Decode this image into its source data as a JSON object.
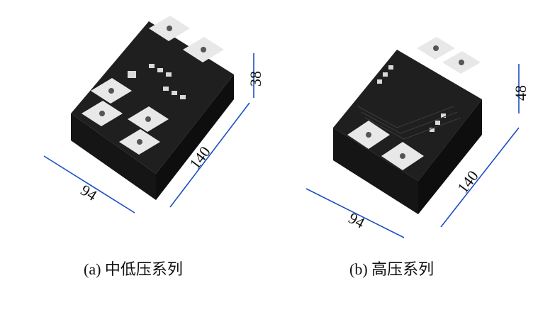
{
  "figure": {
    "panels": [
      {
        "id": "a",
        "caption": "(a) 中低压系列",
        "dimensions": {
          "width": "94",
          "length": "140",
          "height": "38"
        }
      },
      {
        "id": "b",
        "caption": "(b) 高压系列",
        "dimensions": {
          "width": "94",
          "length": "140",
          "height": "48"
        }
      }
    ],
    "colors": {
      "dimension_line": "#1a4fc4",
      "module_body": "#1b1b1b",
      "terminal": "#e8e8e8",
      "background": "#ffffff"
    }
  }
}
